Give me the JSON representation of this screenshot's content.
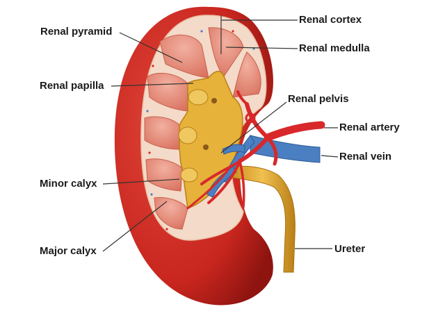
{
  "labels": {
    "renal_pyramid": "Renal pyramid",
    "renal_papilla": "Renal papilla",
    "minor_calyx": "Minor calyx",
    "major_calyx": "Major calyx",
    "renal_cortex": "Renal cortex",
    "renal_medulla": "Renal medulla",
    "renal_pelvis": "Renal pelvis",
    "renal_artery": "Renal artery",
    "renal_vein": "Renal vein",
    "ureter": "Ureter"
  },
  "colors": {
    "capsule": "#c8261e",
    "capsule_dark": "#8f1410",
    "cortex": "#f3d8c4",
    "pyramid": "#e58a78",
    "pelvis": "#e6b23a",
    "pelvis_dark": "#c98d1e",
    "artery": "#d8282a",
    "vein": "#4a7fc1",
    "ureter": "#e3a936",
    "leader_line": "#333333"
  }
}
